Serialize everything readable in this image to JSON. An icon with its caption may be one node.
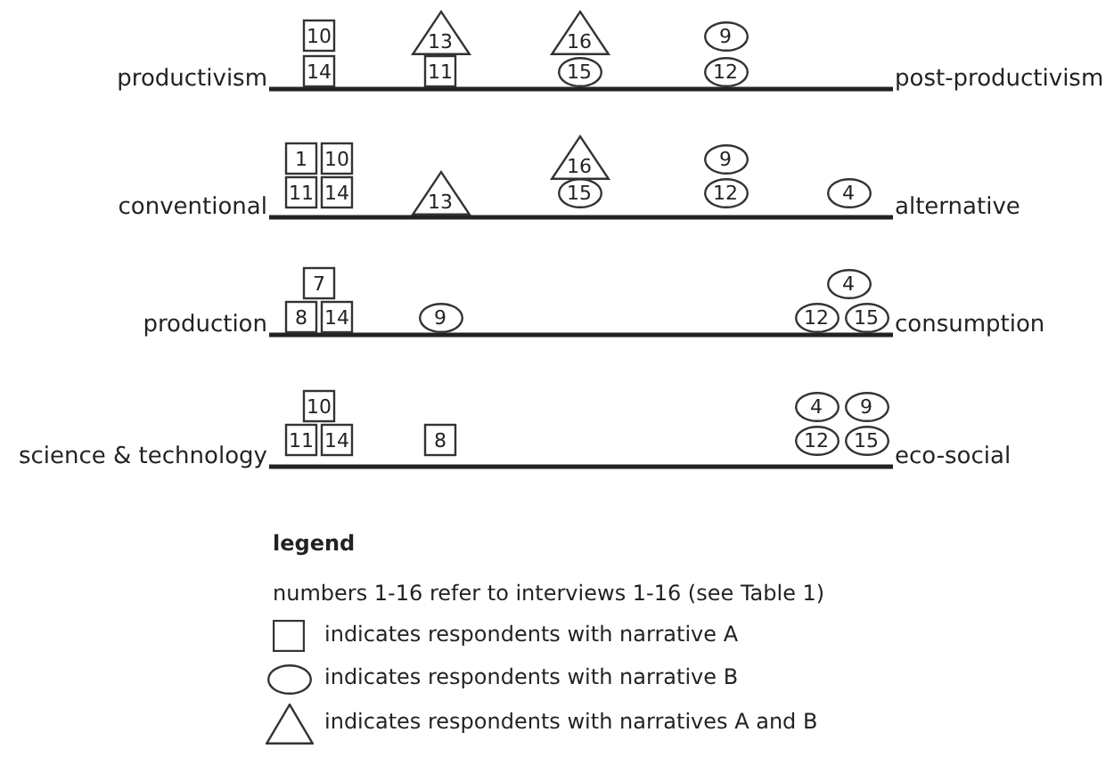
{
  "diagram": {
    "nodes": [
      {
        "text": [
          "10"
        ]
      },
      {
        "text": [
          "13"
        ]
      },
      {
        "text": [
          "16"
        ]
      },
      {
        "text": [
          "9"
        ]
      },
      {
        "text": [
          "14"
        ]
      },
      {
        "text": [
          "11"
        ]
      },
      {
        "text": [
          "15"
        ]
      },
      {
        "text": [
          "12"
        ]
      },
      {
        "text": [
          "productivism"
        ]
      },
      {
        "text": [
          "post-productivism"
        ]
      },
      {
        "text": [
          "1"
        ]
      },
      {
        "text": [
          "10"
        ]
      },
      {
        "text": [
          "16"
        ]
      },
      {
        "text": [
          "9"
        ]
      },
      {
        "text": [
          "11"
        ]
      },
      {
        "text": [
          "14"
        ]
      },
      {
        "text": [
          "13"
        ]
      },
      {
        "text": [
          "15"
        ]
      },
      {
        "text": [
          "12"
        ]
      },
      {
        "text": [
          "4"
        ]
      },
      {
        "text": [
          "conventional"
        ]
      },
      {
        "text": [
          "alternative"
        ]
      },
      {
        "text": [
          "7"
        ]
      },
      {
        "text": [
          "4"
        ]
      },
      {
        "text": [
          "8"
        ]
      },
      {
        "text": [
          "14"
        ]
      },
      {
        "text": [
          "9"
        ]
      },
      {
        "text": [
          "12"
        ]
      },
      {
        "text": [
          "15"
        ]
      },
      {
        "text": [
          "production"
        ]
      },
      {
        "text": [
          "consumption"
        ]
      },
      {
        "text": [
          "10"
        ]
      },
      {
        "text": [
          "4"
        ]
      },
      {
        "text": [
          "9"
        ]
      },
      {
        "text": [
          "11"
        ]
      },
      {
        "text": [
          "14"
        ]
      },
      {
        "text": [
          "8"
        ]
      },
      {
        "text": [
          "12"
        ]
      },
      {
        "text": [
          "15"
        ]
      },
      {
        "text": [
          "science & technology"
        ]
      },
      {
        "text": [
          "eco-social"
        ]
      }
    ],
    "edges": [
      {
        "from": 8,
        "to": 9,
        "arrow": "none"
      },
      {
        "from": 20,
        "to": 21,
        "arrow": "none"
      },
      {
        "from": 29,
        "to": 30,
        "arrow": "none"
      },
      {
        "from": 39,
        "to": 40,
        "arrow": "none"
      }
    ],
    "labels": [
      "legend",
      "numbers 1-16 refer to interviews 1-16 (see Table 1)"
    ],
    "legend": [
      {
        "text": "indicates respondents with narrative A"
      },
      {
        "text": "indicates respondents with narrative B"
      },
      {
        "text": "indicates respondents with narratives A and B"
      }
    ]
  }
}
